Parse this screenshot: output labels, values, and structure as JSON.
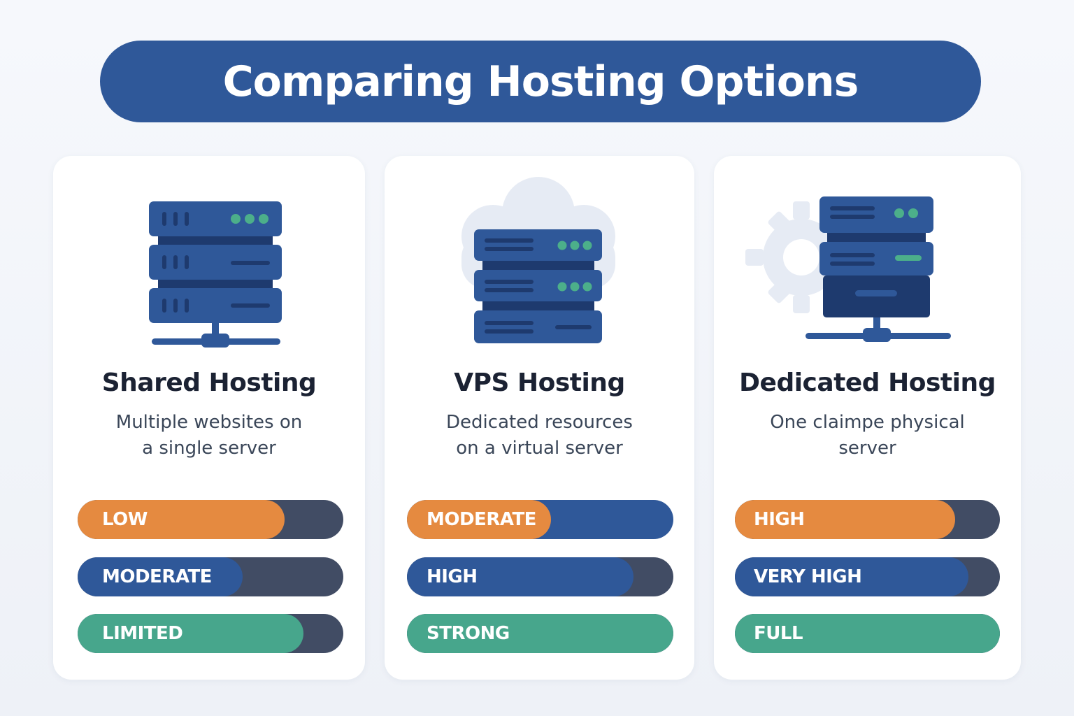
{
  "title": "Comparing Hosting Options",
  "colors": {
    "banner": "#2f5899",
    "orange": "#e58a40",
    "blue": "#2f5899",
    "green": "#47a68c",
    "track": "#414c64",
    "server_dark": "#1e3a6e",
    "led": "#4caf8a"
  },
  "cards": [
    {
      "name": "Shared Hosting",
      "desc1": "Multiple websites on",
      "desc2": "a single server",
      "icon": "server-rack-icon",
      "meters": [
        {
          "label": "LOW",
          "level": 0.78,
          "color": "orange"
        },
        {
          "label": "MODERATE",
          "level": 0.62,
          "color": "blue"
        },
        {
          "label": "LIMITED",
          "level": 0.85,
          "color": "green"
        }
      ]
    },
    {
      "name": "VPS Hosting",
      "desc1": "Dedicated resources",
      "desc2": "on a virtual server",
      "icon": "cloud-server-icon",
      "meters": [
        {
          "label": "MODERATE",
          "level": 0.54,
          "color": "orange"
        },
        {
          "label": "HIGH",
          "level": 0.85,
          "color": "blue"
        },
        {
          "label": "STRONG",
          "level": 1.0,
          "color": "green"
        }
      ]
    },
    {
      "name": "Dedicated Hosting",
      "desc1": "One claimpe physical",
      "desc2": "server",
      "icon": "gear-server-icon",
      "meters": [
        {
          "label": "HIGH",
          "level": 0.83,
          "color": "orange"
        },
        {
          "label": "VERY HIGH",
          "level": 0.88,
          "color": "blue"
        },
        {
          "label": "FULL",
          "level": 1.0,
          "color": "green"
        }
      ]
    }
  ]
}
